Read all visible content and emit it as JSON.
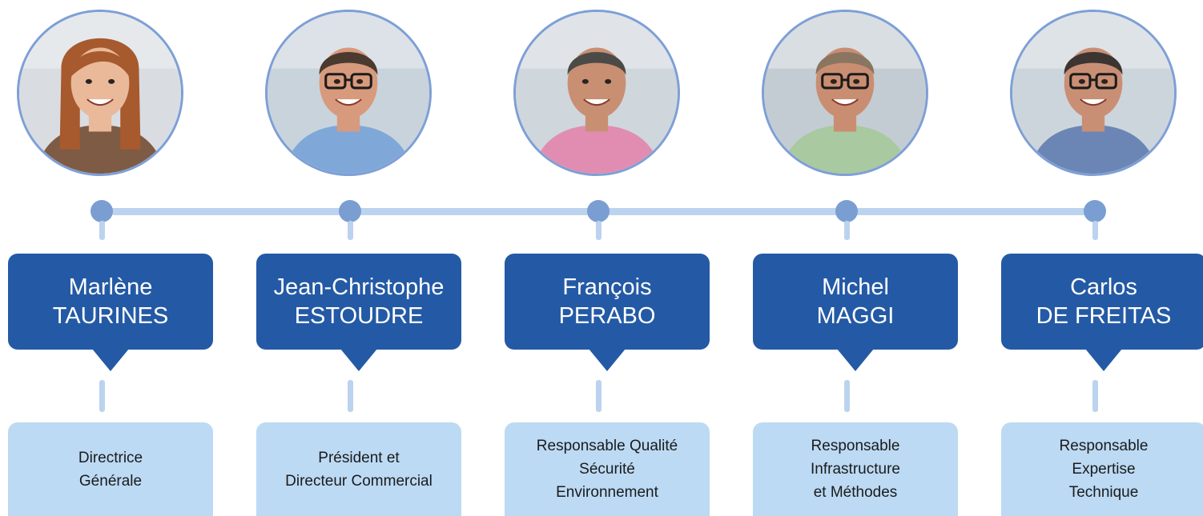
{
  "members": [
    {
      "first_name": "Marlène",
      "last_name": "TAURINES",
      "role_lines": [
        "Directrice",
        "Générale"
      ],
      "photo": {
        "bg": "#d9dde2",
        "skin": "#e9b99a",
        "hair": "#a75a2d",
        "shirt": "#7e5b45",
        "glasses": false
      }
    },
    {
      "first_name": "Jean-Christophe",
      "last_name": "ESTOUDRE",
      "role_lines": [
        "Président et",
        "Directeur Commercial"
      ],
      "photo": {
        "bg": "#c9d3dc",
        "skin": "#d89a7c",
        "hair": "#4a3a30",
        "shirt": "#7fa8d8",
        "glasses": true
      }
    },
    {
      "first_name": "François",
      "last_name": "PERABO",
      "role_lines": [
        "Responsable Qualité",
        "Sécurité",
        "Environnement"
      ],
      "photo": {
        "bg": "#cfd6dc",
        "skin": "#c98f73",
        "hair": "#4c4a47",
        "shirt": "#e18db2",
        "glasses": false
      }
    },
    {
      "first_name": "Michel",
      "last_name": "MAGGI",
      "role_lines": [
        "Responsable",
        "Infrastructure",
        "et Méthodes"
      ],
      "photo": {
        "bg": "#c4ccd3",
        "skin": "#c98e72",
        "hair": "#8a7560",
        "shirt": "#a9c9a0",
        "glasses": true
      }
    },
    {
      "first_name": "Carlos",
      "last_name": "DE FREITAS",
      "role_lines": [
        "Responsable",
        "Expertise",
        "Technique"
      ],
      "photo": {
        "bg": "#cdd5dc",
        "skin": "#c98f75",
        "hair": "#3c3531",
        "shirt": "#6b86b4",
        "glasses": true
      }
    }
  ],
  "colors": {
    "name_box": "#245aa5",
    "role_box": "#bcdaf4",
    "timeline": "#bcd3ef",
    "node": "#7a9ed2",
    "photo_border": "#7e9fd6"
  }
}
